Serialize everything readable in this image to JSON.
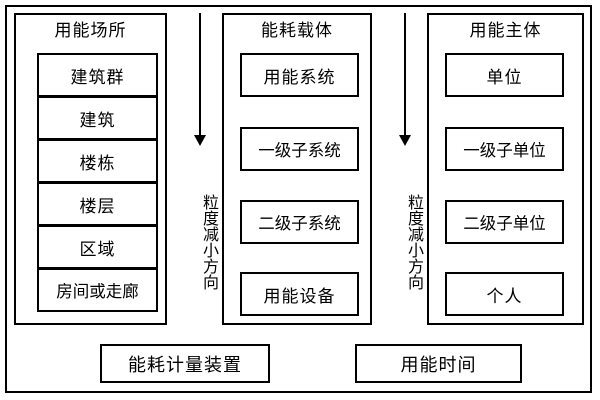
{
  "diagram": {
    "columns": [
      {
        "id": "energy-use-place",
        "title": "用能场所",
        "layout": "stacked",
        "items": [
          {
            "label": "建筑群"
          },
          {
            "label": "建筑"
          },
          {
            "label": "楼栋"
          },
          {
            "label": "楼层"
          },
          {
            "label": "区域"
          },
          {
            "label": "房间或走廊"
          }
        ]
      },
      {
        "id": "energy-consumption-carrier",
        "title": "能耗载体",
        "layout": "spaced",
        "items": [
          {
            "label": "用能系统"
          },
          {
            "label": "一级子系统"
          },
          {
            "label": "二级子系统"
          },
          {
            "label": "用能设备"
          }
        ]
      },
      {
        "id": "energy-use-subject",
        "title": "用能主体",
        "layout": "spaced",
        "items": [
          {
            "label": "单位"
          },
          {
            "label": "一级子单位"
          },
          {
            "label": "二级子单位"
          },
          {
            "label": "个人"
          }
        ]
      }
    ],
    "arrows": [
      {
        "id": "granularity-arrow-1",
        "label": "粒度减小方向",
        "direction": "down"
      },
      {
        "id": "granularity-arrow-2",
        "label": "粒度减小方向",
        "direction": "down"
      }
    ],
    "bottom_boxes": [
      {
        "id": "energy-metering-device",
        "label": "能耗计量装置"
      },
      {
        "id": "energy-use-time",
        "label": "用能时间"
      }
    ],
    "colors": {
      "stroke": "#000000",
      "background": "#ffffff",
      "text": "#000000"
    }
  }
}
